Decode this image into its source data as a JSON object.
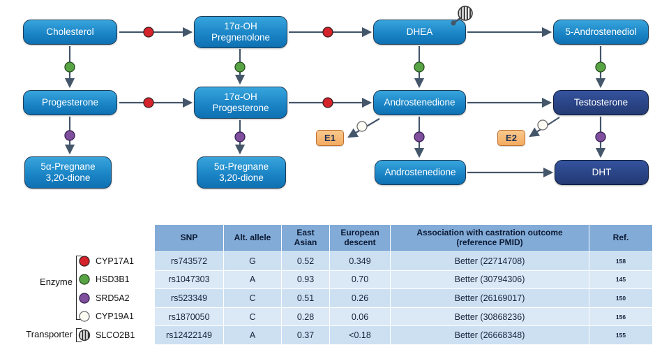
{
  "pathway": {
    "nodes": {
      "cholesterol": "Cholesterol",
      "oh_pregnenolone": "17α-OH\nPregnenolone",
      "dhea": "DHEA",
      "androstenediol": "5-Androstenediol",
      "progesterone": "Progesterone",
      "oh_progesterone": "17α-OH\nProgesterone",
      "androstenedione_mid": "Androstenedione",
      "testosterone": "Testosterone",
      "pregnane_dione_1": "5α-Pregnane\n3,20-dione",
      "pregnane_dione_2": "5α-Pregnane\n3,20-dione",
      "androstenedione_low": "Androstenedione",
      "dht": "DHT"
    },
    "enzyme_boxes": {
      "e1": "E1",
      "e2": "E2"
    }
  },
  "legend": {
    "enzyme_label": "Enzyme",
    "transporter_label": "Transporter"
  },
  "table": {
    "headers": [
      "SNP",
      "Alt. allele",
      "East\nAsian",
      "European\ndescent",
      "Association with castration outcome\n(reference PMID)",
      "Ref."
    ],
    "rows": [
      {
        "gene": "CYP17A1",
        "snp": "rs743572",
        "alt_allele": "G",
        "east_asian": "0.52",
        "european_descent": "0.349",
        "association": "Better (22714708)",
        "ref": "158"
      },
      {
        "gene": "HSD3B1",
        "snp": "rs1047303",
        "alt_allele": "A",
        "east_asian": "0.93",
        "european_descent": "0.70",
        "association": "Better (30794306)",
        "ref": "145"
      },
      {
        "gene": "SRD5A2",
        "snp": "rs523349",
        "alt_allele": "C",
        "east_asian": "0.51",
        "european_descent": "0.26",
        "association": "Better (26169017)",
        "ref": "150"
      },
      {
        "gene": "CYP19A1",
        "snp": "rs1870050",
        "alt_allele": "C",
        "east_asian": "0.28",
        "european_descent": "0.06",
        "association": "Better (30868236)",
        "ref": "156"
      },
      {
        "gene": "SLCO2B1",
        "snp": "rs12422149",
        "alt_allele": "A",
        "east_asian": "0.37",
        "european_descent": "<0.18",
        "association": "Better (26668348)",
        "ref": "155"
      }
    ]
  },
  "colors": {
    "marker_red": "#d5232b",
    "marker_green": "#58a445",
    "marker_purple": "#7f4e9d",
    "marker_white": "#fdfdf5",
    "arrow": "#44566a",
    "node_blue": "#1b85c6",
    "node_dark_blue": "#2a4486",
    "e_box_orange": "#f3ab60",
    "table_header_bg": "#82abd8",
    "table_row_dark": "#cce0f2",
    "table_row_light": "#dbe8f6"
  }
}
